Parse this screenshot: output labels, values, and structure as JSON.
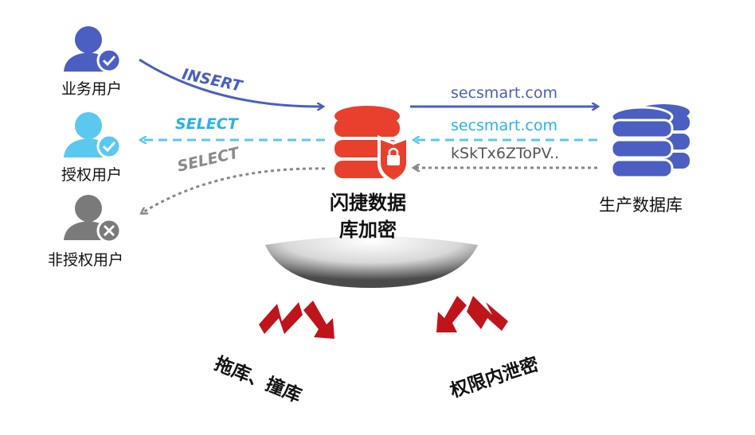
{
  "users": [
    {
      "label": "业务用户",
      "status": "authorized"
    },
    {
      "label": "授权用户",
      "status": "authorized"
    },
    {
      "label": "非授权用户",
      "status": "denied"
    }
  ],
  "flows": {
    "insert_label": "INSERT",
    "select_authorized_label": "SELECT",
    "select_unauthorized_label": "SELECT",
    "to_prod_plain": "secsmart.com",
    "from_prod_plain": "secsmart.com",
    "from_prod_cipher": "kSkTx6ZToPV.."
  },
  "core": {
    "title_line1": "闪捷数据",
    "title_line2": "库加密",
    "icon": "database-lock-icon"
  },
  "production": {
    "label": "生产数据库",
    "icon": "database-stack-icon"
  },
  "risks": {
    "left": "拖库、撞库",
    "right": "权限内泄密"
  },
  "colors": {
    "business_user": "#4a5fc1",
    "authorized_user": "#5bc8ef",
    "unauthorized_user": "#7a7a7a",
    "core_db": "#e8402c",
    "prod_db": "#4a5fc1",
    "risk_arrow": "#c0141b"
  }
}
